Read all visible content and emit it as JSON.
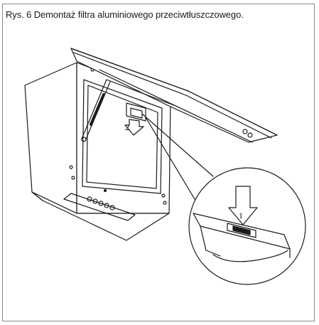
{
  "caption": "Rys. 6 Demontaż filtra aluminiowego przeciwtłuszczowego.",
  "callouts": {
    "step_1": "1",
    "step_2": "2"
  },
  "colors": {
    "line": "#1a1a1a",
    "frame": "#8a8a8a",
    "background": "#ffffff"
  }
}
